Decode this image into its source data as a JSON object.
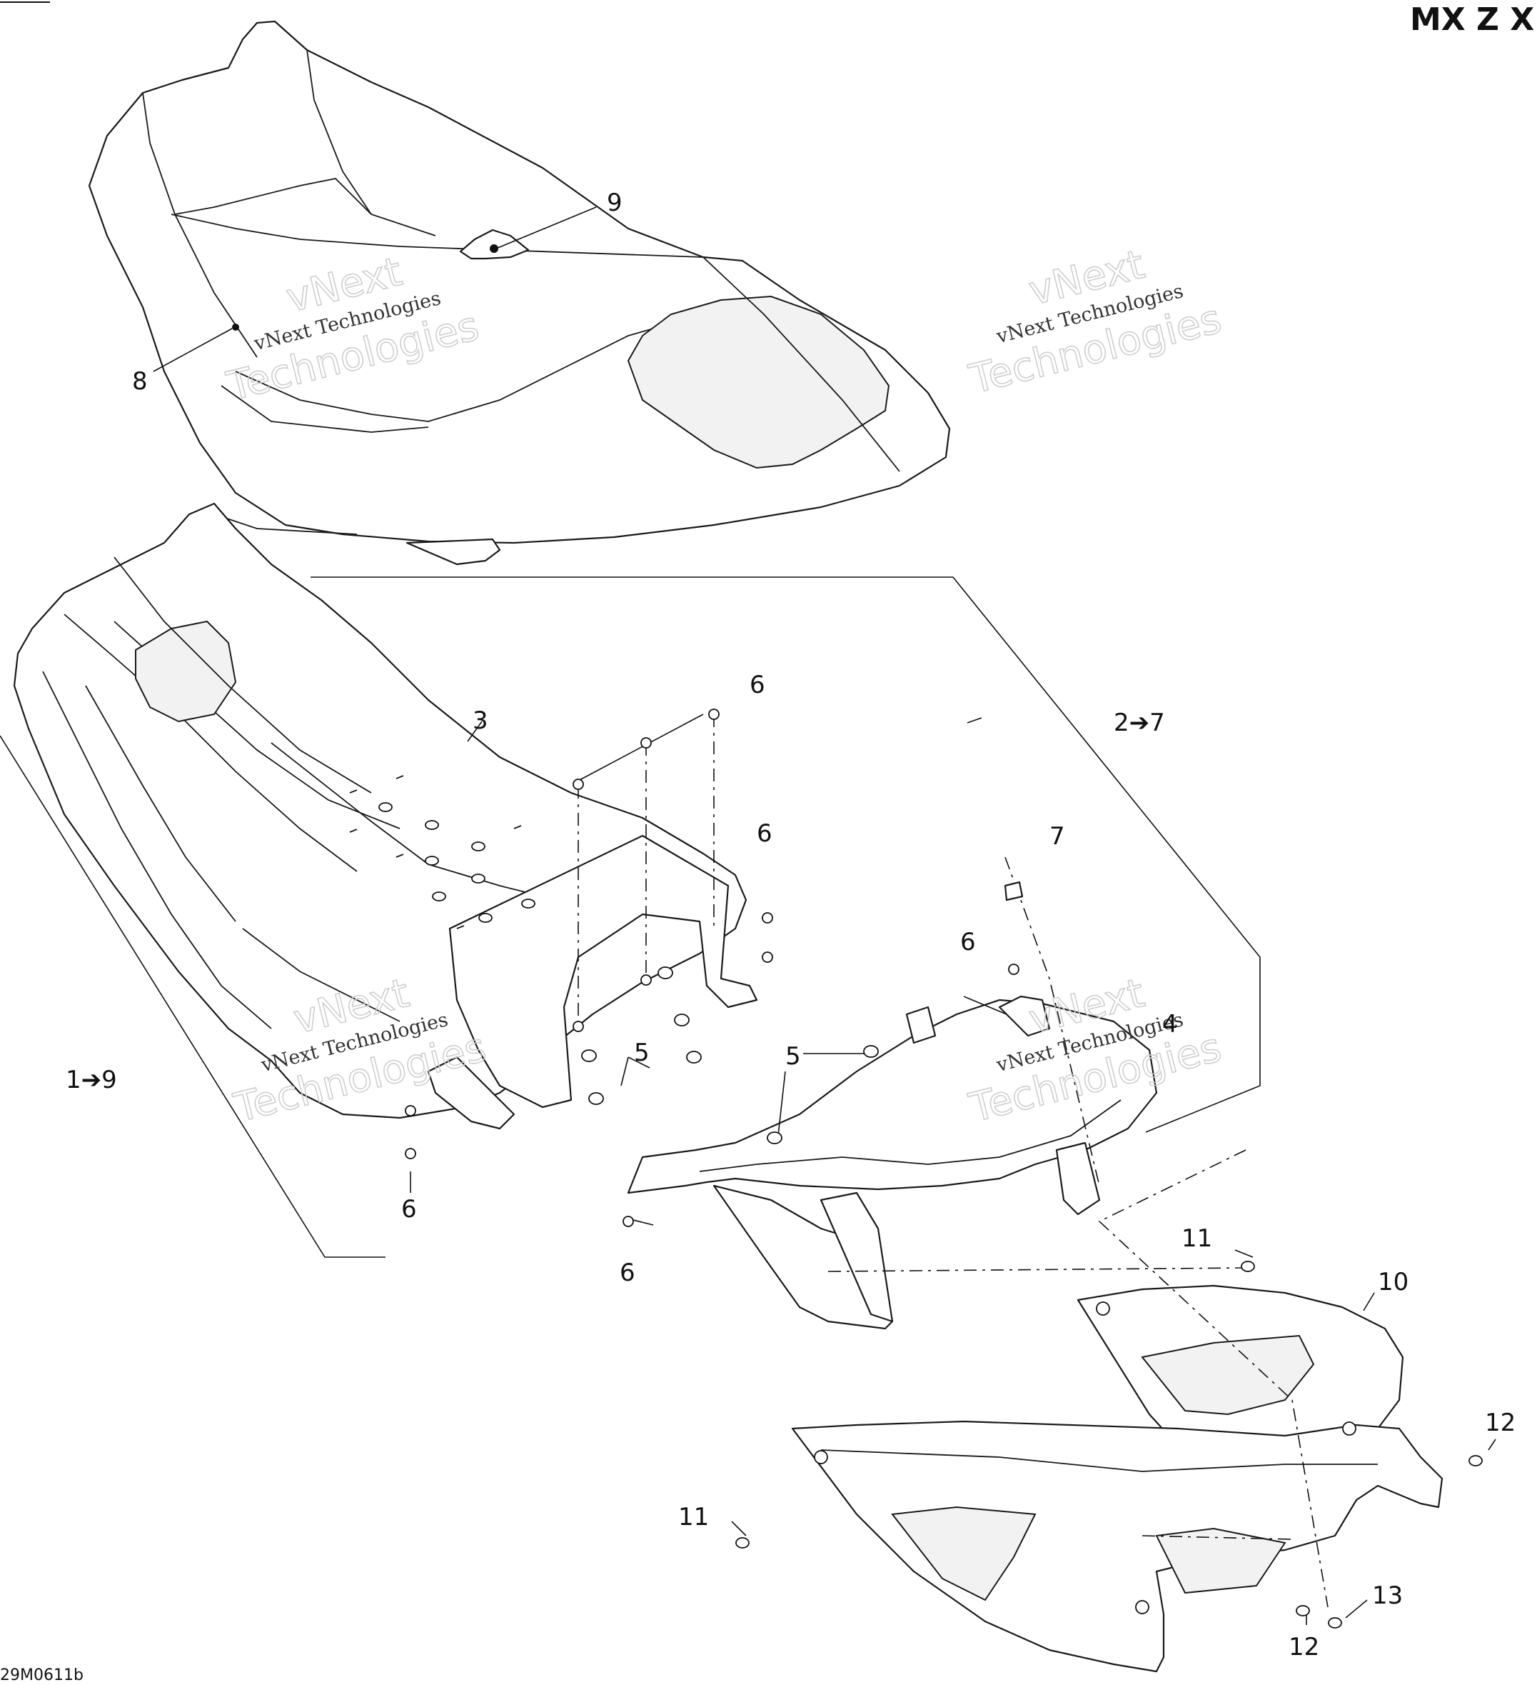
{
  "header": {
    "model": "MX Z X"
  },
  "footer": {
    "drawing_code": "29M0611b"
  },
  "watermark": {
    "line1": "vNext Technologies",
    "line2": "vNext",
    "line3": "Technologies"
  },
  "callouts": {
    "c9_seat_emblem": "9",
    "c8_seat_cover": "8",
    "c3_seat_base": "3",
    "c6_a": "6",
    "c2to7": "2➔7",
    "c6_b": "6",
    "c7": "7",
    "c6_c": "6",
    "c4": "4",
    "c5_a": "5",
    "c5_b": "5",
    "c1to9": "1➔9",
    "c6_d": "6",
    "c6_e": "6",
    "c11_a": "11",
    "c10": "10",
    "c12_a": "12",
    "c11_b": "11",
    "c13": "13",
    "c12_b": "12"
  }
}
